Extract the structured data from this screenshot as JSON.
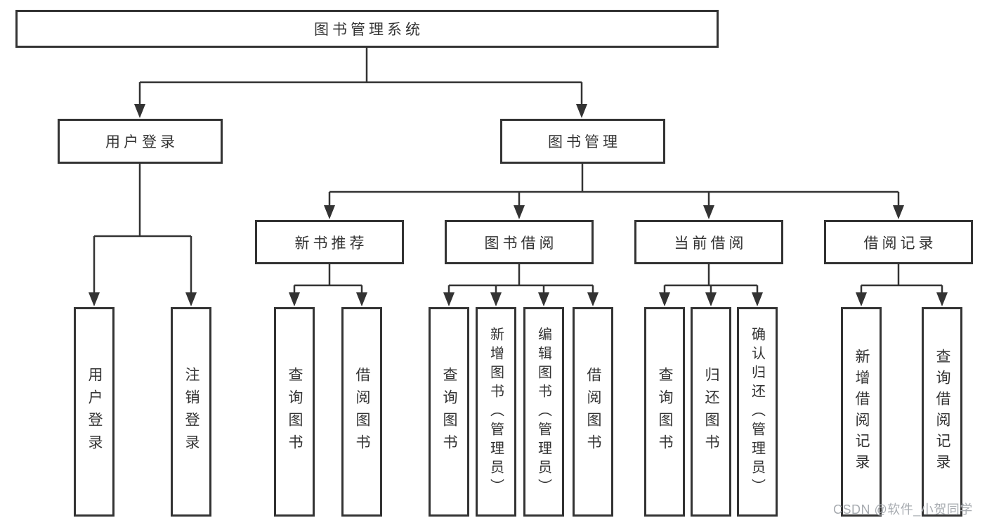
{
  "diagram_type": "hierarchy-tree",
  "tree": {
    "label": "图书管理系统",
    "children": [
      {
        "label": "用户登录",
        "children": [
          {
            "label": "用户登录"
          },
          {
            "label": "注销登录"
          }
        ]
      },
      {
        "label": "图书管理",
        "children": [
          {
            "label": "新书推荐",
            "children": [
              {
                "label": "查询图书"
              },
              {
                "label": "借阅图书"
              }
            ]
          },
          {
            "label": "图书借阅",
            "children": [
              {
                "label": "查询图书"
              },
              {
                "label": "新增图书（管理员）"
              },
              {
                "label": "编辑图书（管理员）"
              },
              {
                "label": "借阅图书"
              }
            ]
          },
          {
            "label": "当前借阅",
            "children": [
              {
                "label": "查询图书"
              },
              {
                "label": "归还图书"
              },
              {
                "label": "确认归还（管理员）"
              }
            ]
          },
          {
            "label": "借阅记录",
            "children": [
              {
                "label": "新增借阅记录"
              },
              {
                "label": "查询借阅记录"
              }
            ]
          }
        ]
      }
    ]
  },
  "watermark": "CSDN @软件_小贺同学",
  "colors": {
    "line": "#333333",
    "text": "#333333",
    "background": "#ffffff",
    "watermark": "#a8acb1"
  }
}
